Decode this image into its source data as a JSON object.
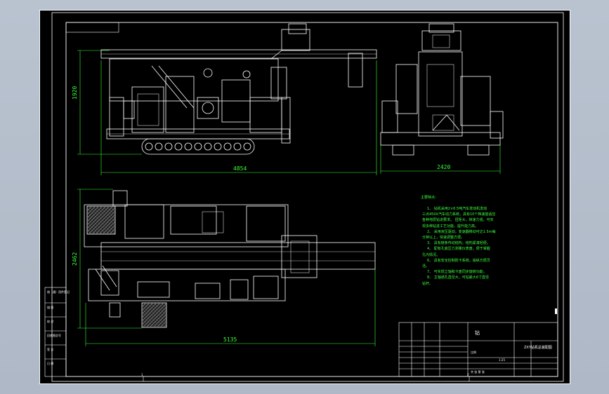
{
  "colors": {
    "background": "#b4bfcc",
    "drawing_bg": "#000000",
    "linework": "#ffffff",
    "dimension": "#39ff39",
    "notes": "#3cff3c"
  },
  "dimensions": {
    "side_height": "1920",
    "side_length": "4854",
    "front_width": "2420",
    "top_width": "2462",
    "top_length": "5135"
  },
  "notes": {
    "heading": "主要特点：",
    "lines": [
      "1、 钻机采用2×6.5吨汽车发动机发动",
      "三点450X汽车动力系统，具有10个档速能适应",
      "各种地层钻进要求。 扭矩大，转速力强，可实",
      "现多种钻进工艺功能，提升能力高。",
      "2、 采用液压驱动，变速器移动可达1.5m每",
      "分钟以上，快速调整方便。",
      "3、 具有链条传动结构，结构紧凑轻便。",
      "4、 配有孔底压力测量仪表盘，便于掌握",
      "孔内情况。",
      "6、 具有安全控制防卡系统，操纵方便灵",
      "活。",
      "7、 可实现立轴和卡盘同步旋转功能。",
      "8、 主轴通孔直径大，可钻最大6寸直径",
      "钻杆。"
    ]
  },
  "title_block": {
    "main": "钻",
    "drawing_name": "ZXY钻机总装配图",
    "scale_label": "比例",
    "sheet_label": "1:25",
    "count_label": "共 张 第 张"
  },
  "left_strip": {
    "cells": [
      "借（通）用件登记",
      "描 图",
      "校 对",
      "旧底图总号",
      "签 名",
      "日 期"
    ]
  },
  "sheet_marks": {
    "bottom_left": "1",
    "bottom_mid": "2"
  }
}
